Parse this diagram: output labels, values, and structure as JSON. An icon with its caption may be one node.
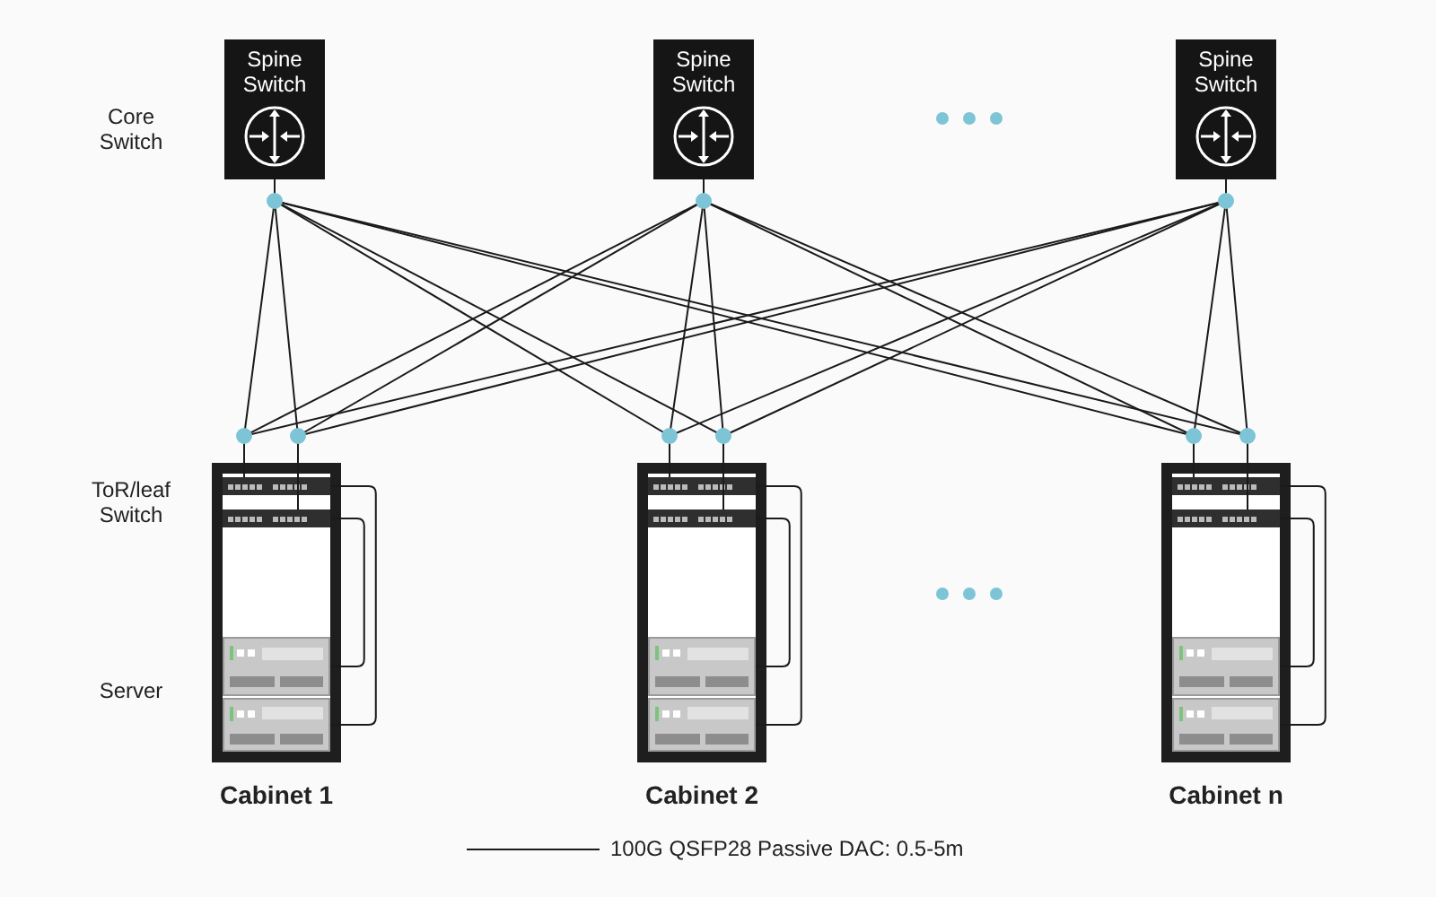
{
  "diagram": {
    "nodes": [
      {
        "text": [
          "Spine Switch"
        ]
      },
      {
        "text": [
          "Spine Switch"
        ]
      },
      {
        "text": [
          "Spine Switch"
        ]
      },
      {
        "text": [
          "Cabinet 1"
        ]
      },
      {
        "text": [],
        "shape": "box",
        "in": 3
      },
      {
        "text": [],
        "shape": "box",
        "in": 3
      },
      {
        "text": [],
        "shape": "box",
        "in": 3
      },
      {
        "text": [],
        "shape": "box",
        "in": 3
      },
      {
        "text": [
          "Cabinet 2"
        ]
      },
      {
        "text": [],
        "shape": "box",
        "in": 8
      },
      {
        "text": [],
        "shape": "box",
        "in": 8
      },
      {
        "text": [],
        "shape": "box",
        "in": 8
      },
      {
        "text": [],
        "shape": "box",
        "in": 8
      },
      {
        "text": [
          "Cabinet n"
        ]
      },
      {
        "text": [],
        "shape": "box",
        "in": 13
      },
      {
        "text": [],
        "shape": "box",
        "in": 13
      },
      {
        "text": [],
        "shape": "box",
        "in": 13
      },
      {
        "text": [],
        "shape": "box",
        "in": 13
      }
    ],
    "edges": [
      {
        "from": 0,
        "to": 4,
        "arrow": "none"
      },
      {
        "from": 0,
        "to": 5,
        "arrow": "none"
      },
      {
        "from": 0,
        "to": 9,
        "arrow": "none"
      },
      {
        "from": 0,
        "to": 10,
        "arrow": "none"
      },
      {
        "from": 0,
        "to": 14,
        "arrow": "none"
      },
      {
        "from": 0,
        "to": 15,
        "arrow": "none"
      },
      {
        "from": 1,
        "to": 4,
        "arrow": "none"
      },
      {
        "from": 1,
        "to": 5,
        "arrow": "none"
      },
      {
        "from": 1,
        "to": 9,
        "arrow": "none"
      },
      {
        "from": 1,
        "to": 10,
        "arrow": "none"
      },
      {
        "from": 1,
        "to": 14,
        "arrow": "none"
      },
      {
        "from": 1,
        "to": 15,
        "arrow": "none"
      },
      {
        "from": 2,
        "to": 4,
        "arrow": "none"
      },
      {
        "from": 2,
        "to": 5,
        "arrow": "none"
      },
      {
        "from": 2,
        "to": 9,
        "arrow": "none"
      },
      {
        "from": 2,
        "to": 10,
        "arrow": "none"
      },
      {
        "from": 2,
        "to": 14,
        "arrow": "none"
      },
      {
        "from": 2,
        "to": 15,
        "arrow": "none"
      },
      {
        "from": 4,
        "to": 7,
        "arrow": "none"
      },
      {
        "from": 5,
        "to": 6,
        "arrow": "none"
      },
      {
        "from": 9,
        "to": 12,
        "arrow": "none"
      },
      {
        "from": 10,
        "to": 11,
        "arrow": "none"
      },
      {
        "from": 14,
        "to": 17,
        "arrow": "none"
      },
      {
        "from": 15,
        "to": 16,
        "arrow": "none"
      }
    ],
    "labels": [
      "Core Switch",
      "ToR/leaf Switch",
      "Server"
    ],
    "legend": [
      {
        "text": "100G QSFP28 Passive DAC: 0.5-5m"
      }
    ]
  }
}
